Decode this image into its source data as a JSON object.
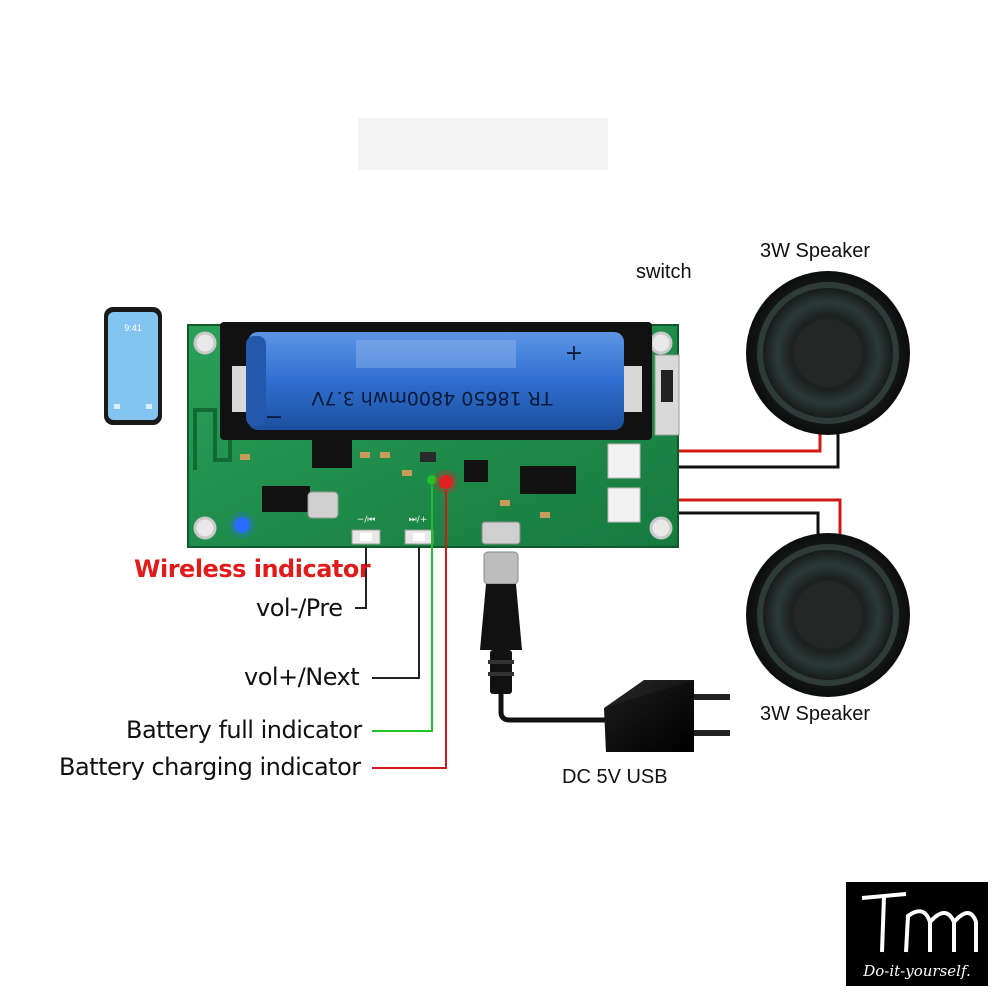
{
  "labels": {
    "switch": "switch",
    "speaker_top": "3W Speaker",
    "speaker_bottom": "3W Speaker",
    "power": "DC 5V USB",
    "wireless": "Wireless indicator",
    "vol_minus": "vol-/Pre",
    "vol_plus": "vol+/Next",
    "battery_full": "Battery full indicator",
    "battery_charging": "Battery charging indicator"
  },
  "phone": {
    "time": "9:41"
  },
  "battery": {
    "model": "TR 18650 4800mwh 3.7V",
    "plus": "+",
    "minus": "−"
  },
  "board": {
    "btn_minus_silk": "−/⏮",
    "btn_plus_silk": "⏭/+"
  },
  "logo": {
    "mark": "Tm",
    "tagline": "Do-it-yourself."
  },
  "colors": {
    "pcb": "#1f8a4c",
    "battery": "#2f6fd0",
    "charging_led": "#e02020",
    "full_led": "#22c02a",
    "wireless_led": "#2a6cff",
    "wire_red": "#d01818",
    "wire_green": "#22c02a"
  }
}
